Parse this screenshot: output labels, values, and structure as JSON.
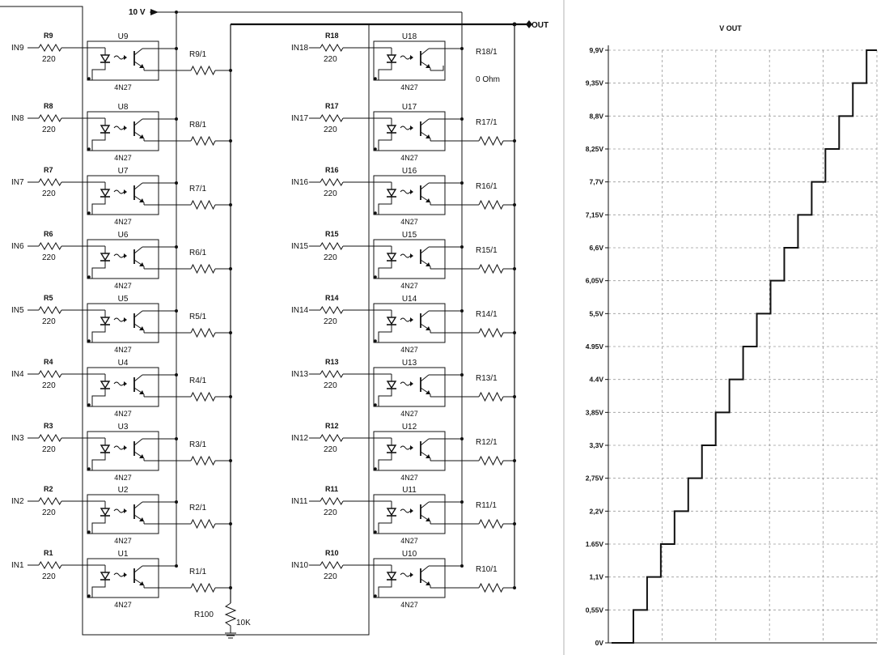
{
  "schematic": {
    "supply_label": "10 V",
    "output_label": "OUT",
    "load_resistor": {
      "name": "R100",
      "value": "10K"
    },
    "zero_ohm_note": "0 Ohm",
    "stages": [
      {
        "n": 1,
        "input": "IN1",
        "resistor": "R1",
        "resistor_value": "220",
        "coupler": "U1",
        "part": "4N27",
        "series_resistor": "R1/1"
      },
      {
        "n": 2,
        "input": "IN2",
        "resistor": "R2",
        "resistor_value": "220",
        "coupler": "U2",
        "part": "4N27",
        "series_resistor": "R2/1"
      },
      {
        "n": 3,
        "input": "IN3",
        "resistor": "R3",
        "resistor_value": "220",
        "coupler": "U3",
        "part": "4N27",
        "series_resistor": "R3/1"
      },
      {
        "n": 4,
        "input": "IN4",
        "resistor": "R4",
        "resistor_value": "220",
        "coupler": "U4",
        "part": "4N27",
        "series_resistor": "R4/1"
      },
      {
        "n": 5,
        "input": "IN5",
        "resistor": "R5",
        "resistor_value": "220",
        "coupler": "U5",
        "part": "4N27",
        "series_resistor": "R5/1"
      },
      {
        "n": 6,
        "input": "IN6",
        "resistor": "R6",
        "resistor_value": "220",
        "coupler": "U6",
        "part": "4N27",
        "series_resistor": "R6/1"
      },
      {
        "n": 7,
        "input": "IN7",
        "resistor": "R7",
        "resistor_value": "220",
        "coupler": "U7",
        "part": "4N27",
        "series_resistor": "R7/1"
      },
      {
        "n": 8,
        "input": "IN8",
        "resistor": "R8",
        "resistor_value": "220",
        "coupler": "U8",
        "part": "4N27",
        "series_resistor": "R8/1"
      },
      {
        "n": 9,
        "input": "IN9",
        "resistor": "R9",
        "resistor_value": "220",
        "coupler": "U9",
        "part": "4N27",
        "series_resistor": "R9/1"
      },
      {
        "n": 10,
        "input": "IN10",
        "resistor": "R10",
        "resistor_value": "220",
        "coupler": "U10",
        "part": "4N27",
        "series_resistor": "R10/1"
      },
      {
        "n": 11,
        "input": "IN11",
        "resistor": "R11",
        "resistor_value": "220",
        "coupler": "U11",
        "part": "4N27",
        "series_resistor": "R11/1"
      },
      {
        "n": 12,
        "input": "IN12",
        "resistor": "R12",
        "resistor_value": "220",
        "coupler": "U12",
        "part": "4N27",
        "series_resistor": "R12/1"
      },
      {
        "n": 13,
        "input": "IN13",
        "resistor": "R13",
        "resistor_value": "220",
        "coupler": "U13",
        "part": "4N27",
        "series_resistor": "R13/1"
      },
      {
        "n": 14,
        "input": "IN14",
        "resistor": "R14",
        "resistor_value": "220",
        "coupler": "U14",
        "part": "4N27",
        "series_resistor": "R14/1"
      },
      {
        "n": 15,
        "input": "IN15",
        "resistor": "R15",
        "resistor_value": "220",
        "coupler": "U15",
        "part": "4N27",
        "series_resistor": "R15/1"
      },
      {
        "n": 16,
        "input": "IN16",
        "resistor": "R16",
        "resistor_value": "220",
        "coupler": "U16",
        "part": "4N27",
        "series_resistor": "R16/1"
      },
      {
        "n": 17,
        "input": "IN17",
        "resistor": "R17",
        "resistor_value": "220",
        "coupler": "U17",
        "part": "4N27",
        "series_resistor": "R17/1"
      },
      {
        "n": 18,
        "input": "IN18",
        "resistor": "R18",
        "resistor_value": "220",
        "coupler": "U18",
        "part": "4N27",
        "series_resistor": "R18/1"
      }
    ]
  },
  "chart_data": {
    "type": "line",
    "title": "V OUT",
    "xlabel": "",
    "ylabel": "",
    "y_tick_labels": [
      "0V",
      "0,55V",
      "1,1V",
      "1.65V",
      "2,2V",
      "2,75V",
      "3,3V",
      "3,85V",
      "4.4V",
      "4.95V",
      "5,5V",
      "6,05V",
      "6,6V",
      "7,15V",
      "7,7V",
      "8,25V",
      "8,8V",
      "9,35V",
      "9,9V"
    ],
    "ylim": [
      0,
      9.9
    ],
    "grid": true,
    "line_color": "#111111",
    "grid_color": "#9a9a9a",
    "series": [
      {
        "values": [
          0,
          0.55,
          1.1,
          1.65,
          2.2,
          2.75,
          3.3,
          3.85,
          4.4,
          4.95,
          5.5,
          6.05,
          6.6,
          7.15,
          7.7,
          8.25,
          8.8,
          9.35,
          9.9
        ]
      }
    ]
  }
}
